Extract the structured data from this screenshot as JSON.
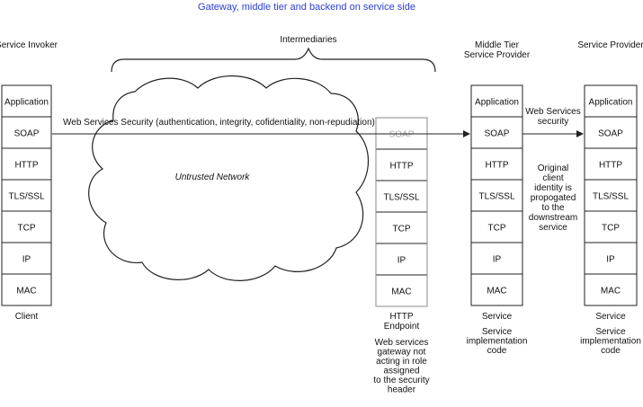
{
  "title": "Gateway, middle tier and backend on service side",
  "intermediaries_label": "Intermediaries",
  "network_label": "Untrusted Network",
  "security_label": "Web Services Security (authentication, integrity, cofidentiality, non-repudiation)",
  "ws_security_label": [
    "Web Services",
    "security"
  ],
  "identity_note": [
    "Original",
    "client",
    "identity is",
    "propogated",
    "to the",
    "downstream",
    "service"
  ],
  "stacks": [
    {
      "id": "invoker",
      "header": [
        "Service Invoker"
      ],
      "layers": [
        "Application",
        "SOAP",
        "HTTP",
        "TLS/SSL",
        "TCP",
        "IP",
        "MAC"
      ],
      "footer": [
        "Client"
      ]
    },
    {
      "id": "gateway",
      "header": [],
      "layers": [
        "SOAP",
        "HTTP",
        "TLS/SSL",
        "TCP",
        "IP",
        "MAC"
      ],
      "faded_layers": [
        0
      ],
      "footer": [
        "HTTP",
        "Endpoint"
      ],
      "note": [
        "Web services",
        "gateway not",
        "acting in role",
        "assigned",
        "to the security",
        "header"
      ]
    },
    {
      "id": "middle",
      "header": [
        "Middle Tier",
        "Service Provider"
      ],
      "layers": [
        "Application",
        "SOAP",
        "HTTP",
        "TLS/SSL",
        "TCP",
        "IP",
        "MAC"
      ],
      "footer": [
        "Service"
      ],
      "note": [
        "Service",
        "implementation",
        "code"
      ]
    },
    {
      "id": "provider",
      "header": [
        "Service Provider"
      ],
      "layers": [
        "Application",
        "SOAP",
        "HTTP",
        "TLS/SSL",
        "TCP",
        "IP",
        "MAC"
      ],
      "footer": [
        "Service"
      ],
      "note": [
        "Service",
        "implementation",
        "code"
      ]
    }
  ]
}
